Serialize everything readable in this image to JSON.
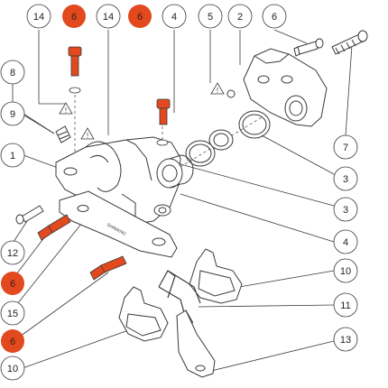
{
  "colors": {
    "line": "#3a3a3a",
    "highlight": "#e2491f",
    "bolt_fill": "#e2491f",
    "warning_fill": "#ffffff"
  },
  "callouts": {
    "c14a": "14",
    "c6a": "6",
    "c14b": "14",
    "c6b": "6",
    "c4": "4",
    "c5": "5",
    "c2": "2",
    "c6c": "6",
    "c8": "8",
    "c9": "9",
    "c1": "1",
    "c7": "7",
    "c3a": "3",
    "c3b": "3",
    "c4b": "4",
    "c12": "12",
    "c6d": "6",
    "c15": "15",
    "c6e": "6",
    "c10a": "10",
    "c11": "11",
    "c10b": "10",
    "c13": "13"
  },
  "warnings": {
    "symbol": "!"
  },
  "brand_text": "SHIMANO"
}
